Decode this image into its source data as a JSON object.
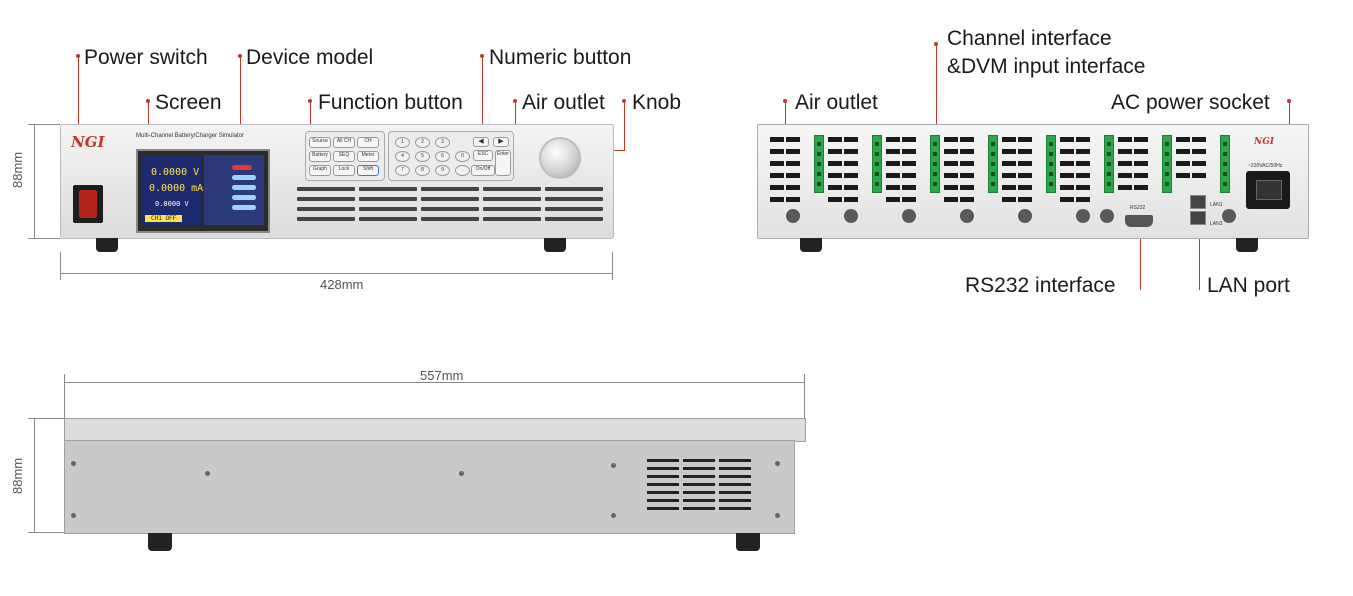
{
  "front_view": {
    "callouts": {
      "power_switch": "Power switch",
      "device_model": "Device model",
      "numeric_button": "Numeric button",
      "screen": "Screen",
      "function_button": "Function button",
      "air_outlet": "Air outlet",
      "knob": "Knob"
    },
    "logo": "NGI",
    "model_text": "Multi-Channel Battery/Charger Simulator",
    "screen": {
      "voltage": "0.0000 V",
      "current": "0.0000 mA",
      "dvm": "0.0000 V",
      "status": "CH1 OFF"
    },
    "function_buttons": [
      "Source",
      "All CH",
      "CH",
      "Battery",
      "SEQ",
      "Meter",
      "Graph",
      "Lock",
      "Shift"
    ],
    "numeric_buttons": [
      "1",
      "2",
      "3",
      "4",
      "5",
      "6",
      "7",
      "8",
      "9",
      "0",
      ".",
      "ESC",
      "On/Off",
      "Enter"
    ],
    "height_dim": "88mm",
    "width_dim": "428mm"
  },
  "rear_view": {
    "callouts": {
      "channel_interface_line1": "Channel interface",
      "channel_interface_line2": "&DVM input interface",
      "air_outlet": "Air outlet",
      "ac_power_socket": "AC power socket",
      "rs232_interface": "RS232 interface",
      "lan_port": "LAN port"
    },
    "logo": "NGI",
    "rs232_label": "RS232",
    "lan1_label": "LAN1",
    "lan2_label": "LAN2",
    "ac_label": "~220VAC/50Hz"
  },
  "side_view": {
    "length_dim": "557mm",
    "height_dim": "88mm"
  },
  "colors": {
    "leader": "#c0392b",
    "screen_bg": "#1e2a6e",
    "terminal": "#2aa84a",
    "power_switch": "#b3241a"
  }
}
